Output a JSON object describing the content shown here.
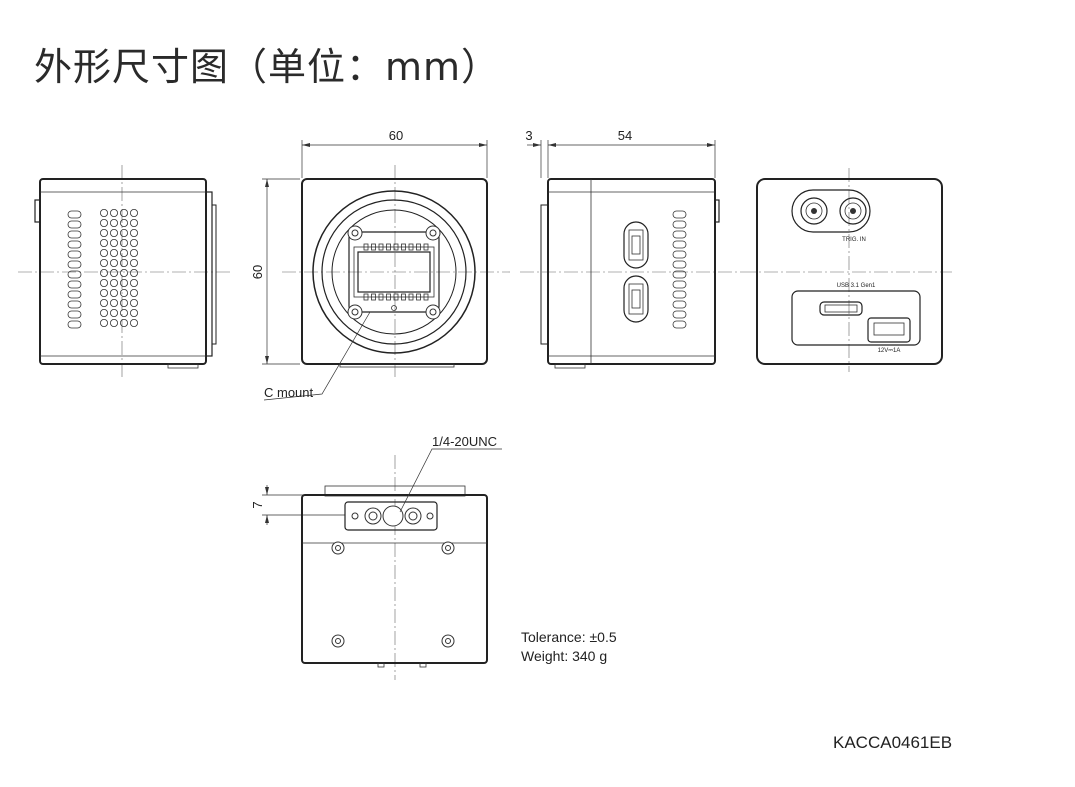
{
  "title": "外形尺寸图（单位：mm）",
  "dimensions": {
    "front_width": "60",
    "front_height": "60",
    "side_flange": "3",
    "side_depth": "54",
    "bottom_offset": "7"
  },
  "labels": {
    "lens_mount": "C mount",
    "tripod_thread": "1/4-20UNC",
    "trigger_port": "TRIG. IN",
    "usb_port": "USB 3.1 Gen1",
    "power_port": "12V⎓1A"
  },
  "notes": {
    "tolerance": "Tolerance: ±0.5",
    "weight": "Weight: 340 g"
  },
  "drawing_code": "KACCA0461EB"
}
